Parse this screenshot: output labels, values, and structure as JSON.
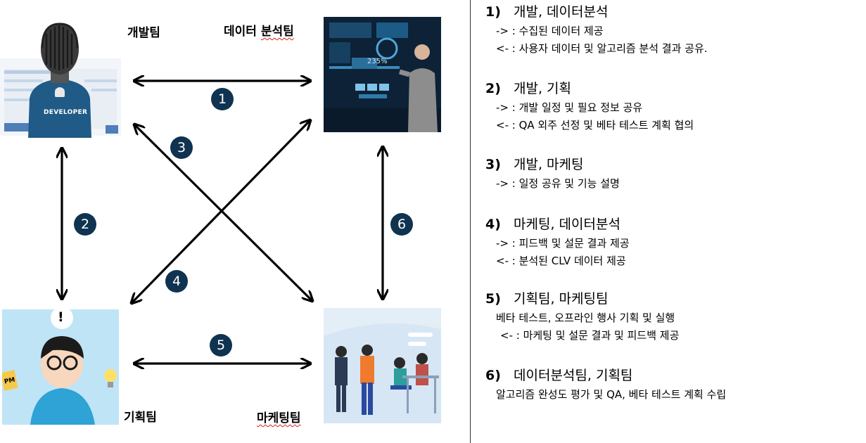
{
  "teams": {
    "dev": "개발팀",
    "data": "데이터 분석팀",
    "data_prefix": "데이터 ",
    "data_suffix": "분석팀",
    "plan": "기획팀",
    "marketing": "마케팅팀"
  },
  "images": {
    "developer_badge": "DEVELOPER",
    "dashboard_percent": "235%",
    "thinker_mark": "!",
    "thinker_note": "PM"
  },
  "badges": [
    "1",
    "2",
    "3",
    "4",
    "5",
    "6"
  ],
  "sections": [
    {
      "num": "1)",
      "title": "개발, 데이터분석",
      "lines": [
        "-> : 수집된 데이터 제공",
        "<- : 사용자 데이터 및 알고리즘 분석 결과 공유."
      ]
    },
    {
      "num": "2)",
      "title": "개발, 기획",
      "lines": [
        "-> : 개발 일정 및 필요 정보 공유",
        "<- : QA 외주 선정 및 베타 테스트 계획 협의"
      ]
    },
    {
      "num": "3)",
      "title": "개발, 마케팅",
      "lines": [
        "-> : 일정 공유 및 기능 설명"
      ]
    },
    {
      "num": "4)",
      "title": "마케팅, 데이터분석",
      "lines": [
        "-> : 피드백 및 설문 결과 제공",
        "<- : 분석된 CLV 데이터 제공"
      ]
    },
    {
      "num": "5)",
      "title": "기획팀, 마케팅팀",
      "lines": [
        "베타 테스트, 오프라인 행사 기획 및 실행",
        "<- : 마케팅 및 설문 결과 및 피드백 제공"
      ]
    },
    {
      "num": "6)",
      "title": "데이터분석팀, 기획팀",
      "lines": [
        "알고리즘 완성도 평가 및 QA, 베타 테스트 계획 수립"
      ]
    }
  ],
  "colors": {
    "badge": "#0f3350",
    "arrow": "#000000",
    "divider": "#333333"
  }
}
